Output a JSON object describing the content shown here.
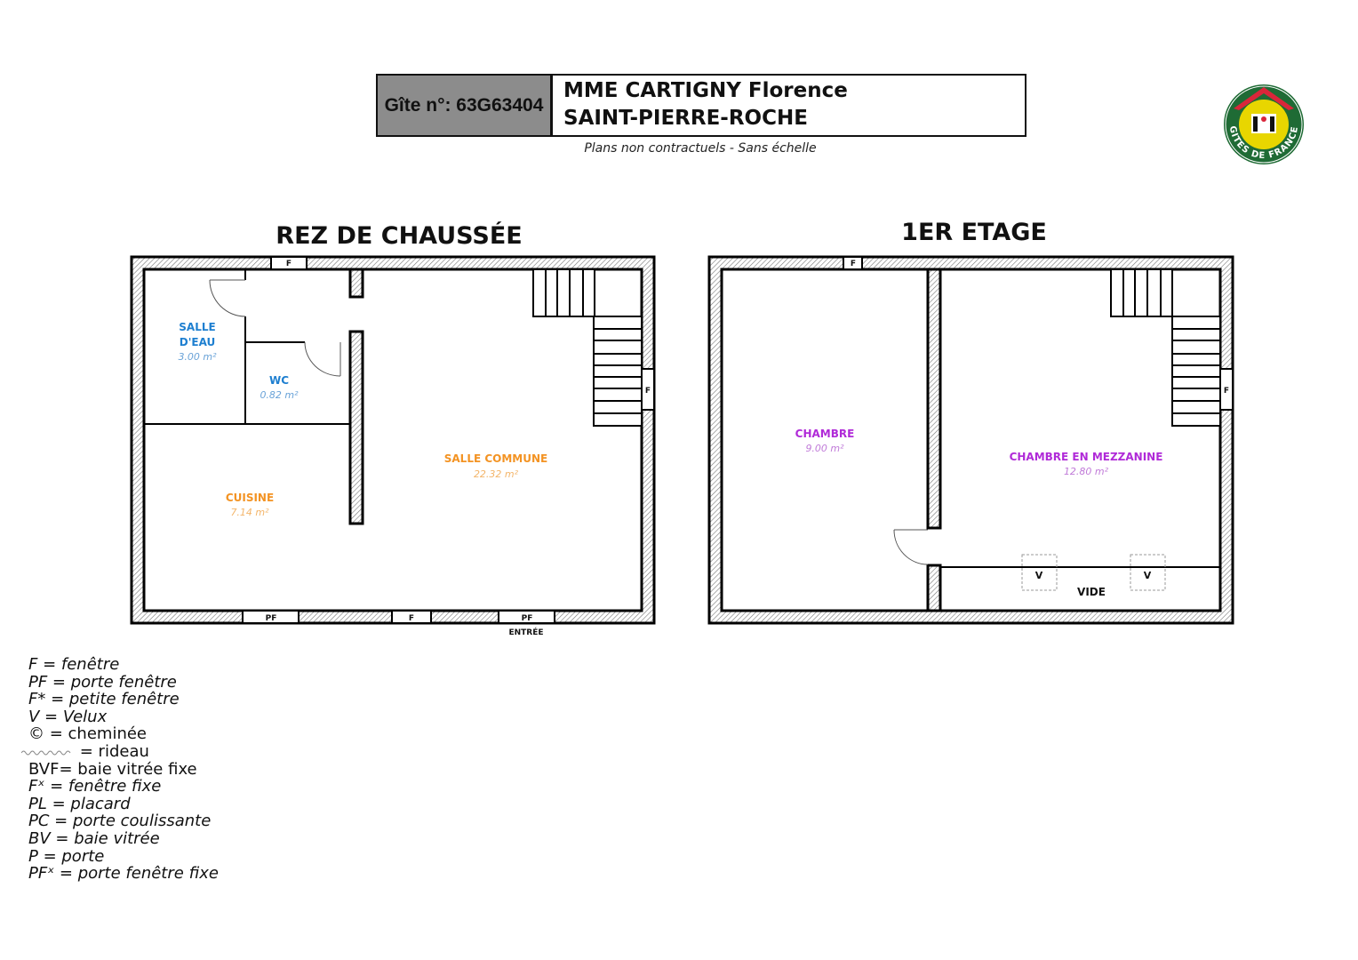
{
  "header": {
    "gite_number": "Gîte n°: 63G63404",
    "owner": "MME CARTIGNY Florence",
    "location": "SAINT-PIERRE-ROCHE",
    "subtitle": "Plans non contractuels - Sans échelle"
  },
  "logo": {
    "text": "GITES DE FRANCE",
    "colors": {
      "ring": "#1f6b35",
      "inner": "#e8d600",
      "roof": "#d9263a"
    }
  },
  "ground_floor": {
    "title": "REZ DE CHAUSSÉE",
    "rooms": [
      {
        "name_line1": "SALLE",
        "name_line2": "D'EAU",
        "area": "3.00 m²",
        "color": "#1e7fd0"
      },
      {
        "name": "WC",
        "area": "0.82 m²",
        "color": "#1e7fd0"
      },
      {
        "name": "CUISINE",
        "area": "7.14 m²",
        "color": "#f39323"
      },
      {
        "name": "SALLE COMMUNE",
        "area": "22.32 m²",
        "color": "#f39323"
      }
    ],
    "openings": {
      "top": "F",
      "right": "F",
      "bottom1": "PF",
      "bottom2": "F",
      "bottom3": "PF"
    },
    "entrance": "ENTRÉE"
  },
  "first_floor": {
    "title": "1ER ETAGE",
    "rooms": [
      {
        "name": "CHAMBRE",
        "area": "9.00 m²",
        "color": "#b02ad8"
      },
      {
        "name": "CHAMBRE EN MEZZANINE",
        "area": "12.80 m²",
        "color": "#b02ad8"
      }
    ],
    "openings": {
      "top": "F",
      "right": "F"
    },
    "velux1": "V",
    "velux2": "V",
    "void": "VIDE"
  },
  "legend": [
    "F = fenêtre",
    "PF = porte fenêtre",
    "F* = petite fenêtre",
    "V = Velux",
    "© = cheminée",
    "= rideau",
    "BVF= baie vitrée fixe",
    "Fˣ = fenêtre fixe",
    "PL = placard",
    "PC = porte coulissante",
    "BV = baie vitrée",
    "P = porte",
    "PFˣ = porte fenêtre fixe"
  ]
}
